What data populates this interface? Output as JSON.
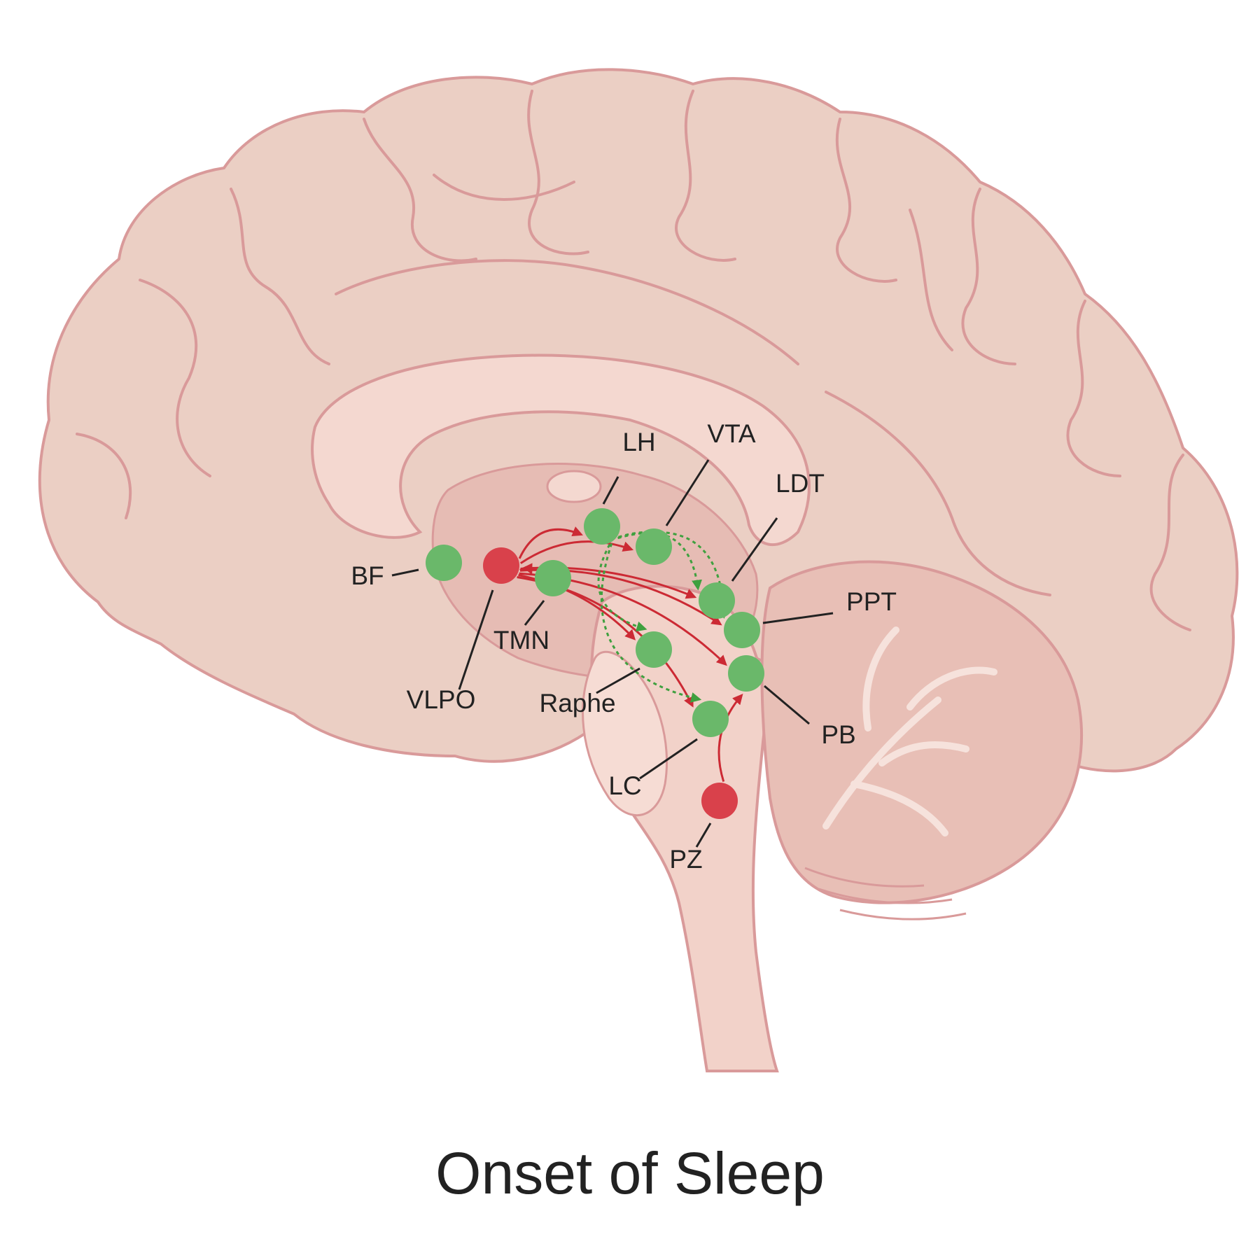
{
  "title": "Onset of Sleep",
  "colors": {
    "brain_fill": "#ebcfc4",
    "brain_outline": "#d99a9a",
    "inner_fill": "#f4d8d0",
    "wake_node": "#6ab86a",
    "sleep_node": "#d9414b",
    "inhibit_arrow": "#cc2a34",
    "excite_arrow": "#3fa03f"
  },
  "nodes": [
    {
      "id": "BF",
      "label": "BF",
      "kind": "wake"
    },
    {
      "id": "VLPO",
      "label": "VLPO",
      "kind": "sleep"
    },
    {
      "id": "TMN",
      "label": "TMN",
      "kind": "wake"
    },
    {
      "id": "LH",
      "label": "LH",
      "kind": "wake"
    },
    {
      "id": "VTA",
      "label": "VTA",
      "kind": "wake"
    },
    {
      "id": "LDT",
      "label": "LDT",
      "kind": "wake"
    },
    {
      "id": "PPT",
      "label": "PPT",
      "kind": "wake"
    },
    {
      "id": "PB",
      "label": "PB",
      "kind": "wake"
    },
    {
      "id": "Raphe",
      "label": "Raphe",
      "kind": "wake"
    },
    {
      "id": "LC",
      "label": "LC",
      "kind": "wake"
    },
    {
      "id": "PZ",
      "label": "PZ",
      "kind": "sleep"
    }
  ],
  "inhibitory_connections": [
    {
      "from": "VLPO",
      "to": "LH"
    },
    {
      "from": "VLPO",
      "to": "TMN"
    },
    {
      "from": "VLPO",
      "to": "VTA"
    },
    {
      "from": "VLPO",
      "to": "LDT"
    },
    {
      "from": "VLPO",
      "to": "PPT"
    },
    {
      "from": "VLPO",
      "to": "PB"
    },
    {
      "from": "VLPO",
      "to": "Raphe"
    },
    {
      "from": "VLPO",
      "to": "LC"
    },
    {
      "from": "PZ",
      "to": "PB"
    }
  ],
  "excitatory_connections": [
    {
      "from": "LH",
      "to": "LDT"
    },
    {
      "from": "LH",
      "to": "PPT"
    },
    {
      "from": "LH",
      "to": "Raphe"
    },
    {
      "from": "LH",
      "to": "LC"
    }
  ]
}
